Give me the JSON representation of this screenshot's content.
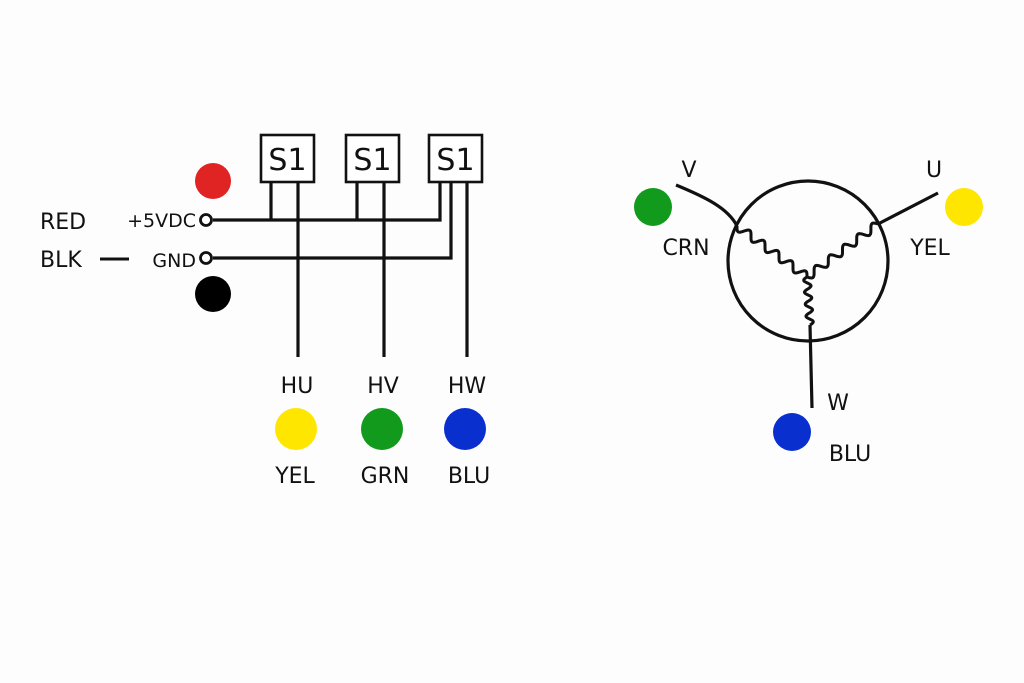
{
  "sensor_diagram": {
    "sensors": [
      {
        "label": "S1"
      },
      {
        "label": "S1"
      },
      {
        "label": "S1"
      }
    ],
    "power": {
      "supply_label": "+5VDC",
      "supply_wire_label": "RED",
      "supply_wire_color": "#e02424",
      "ground_label": "GND",
      "ground_wire_label": "BLK",
      "ground_wire_color": "#000000",
      "ground_dash": "—"
    },
    "outputs": [
      {
        "signal": "HU",
        "wire": "YEL",
        "color": "#ffe600"
      },
      {
        "signal": "HV",
        "wire": "GRN",
        "color": "#129a1d"
      },
      {
        "signal": "HW",
        "wire": "BLU",
        "color": "#0a2fcf"
      }
    ]
  },
  "motor_diagram": {
    "phases": [
      {
        "phase": "V",
        "wire": "CRN",
        "color": "#129a1d"
      },
      {
        "phase": "U",
        "wire": "YEL",
        "color": "#ffe600"
      },
      {
        "phase": "W",
        "wire": "BLU",
        "color": "#0a2fcf"
      }
    ]
  }
}
